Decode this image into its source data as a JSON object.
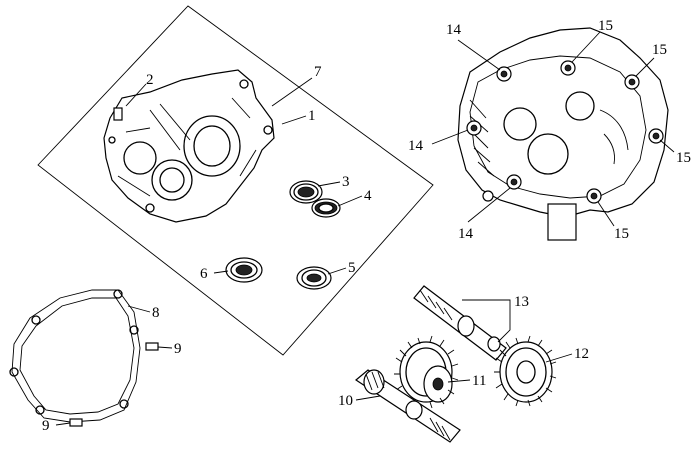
{
  "callouts": {
    "c1": "1",
    "c2": "2",
    "c3": "3",
    "c4": "4",
    "c5": "5",
    "c6": "6",
    "c7": "7",
    "c8": "8",
    "c9a": "9",
    "c9b": "9",
    "c10": "10",
    "c11": "11",
    "c12": "12",
    "c13": "13",
    "c14a": "14",
    "c14b": "14",
    "c14c": "14",
    "c15a": "15",
    "c15b": "15",
    "c15c": "15",
    "c15d": "15"
  }
}
